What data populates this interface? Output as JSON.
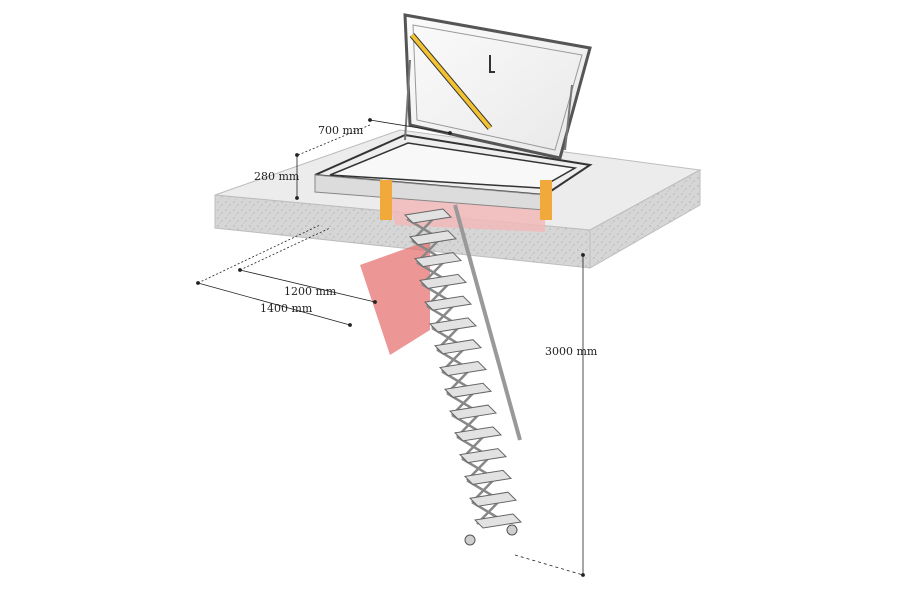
{
  "dimensions": {
    "width_label": "700 mm",
    "depth_label": "280 mm",
    "length_inner_label": "1200 mm",
    "length_outer_label": "1400 mm",
    "height_label": "3000 mm"
  },
  "colors": {
    "concrete": "#d4d4d4",
    "red_panel": "#e57373",
    "yellow_strut": "#f2c230",
    "frame": "#555555"
  }
}
